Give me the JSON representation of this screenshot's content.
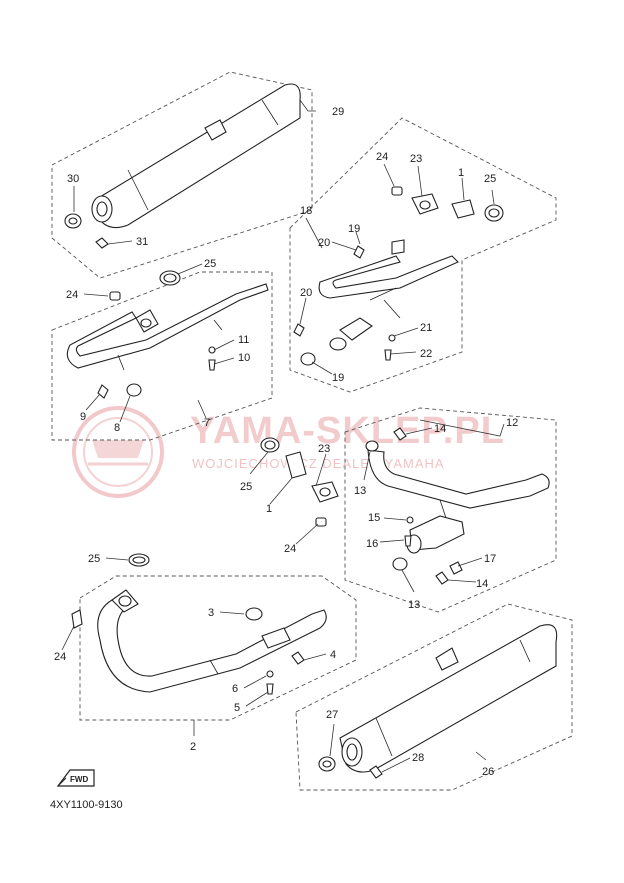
{
  "diagram": {
    "part_code": "4XY1100-9130",
    "fwd_label": "FWD",
    "watermark": {
      "title": "YAMA-SKLEP.PL",
      "subtitle": "WOJCIECHOWICZ DEALER YAMAHA"
    },
    "callouts": {
      "c29": "29",
      "c30": "30",
      "c31": "31",
      "c24a": "24",
      "c23a": "23",
      "c1a": "1",
      "c25a": "25",
      "c18": "18",
      "c19a": "19",
      "c20a": "20",
      "c20b": "20",
      "c21": "21",
      "c22": "22",
      "c19b": "19",
      "c25b": "25",
      "c24b": "24",
      "c11": "11",
      "c10": "10",
      "c9": "9",
      "c8": "8",
      "c7": "7",
      "c12": "12",
      "c14a": "14",
      "c13a": "13",
      "c23b": "23",
      "c25c": "25",
      "c1b": "1",
      "c24c": "24",
      "c15": "15",
      "c16": "16",
      "c17": "17",
      "c14b": "14",
      "c13b": "13",
      "c25d": "25",
      "c3": "3",
      "c24d": "24",
      "c4": "4",
      "c6": "6",
      "c5": "5",
      "c2": "2",
      "c27": "27",
      "c28": "28",
      "c26": "26"
    }
  }
}
